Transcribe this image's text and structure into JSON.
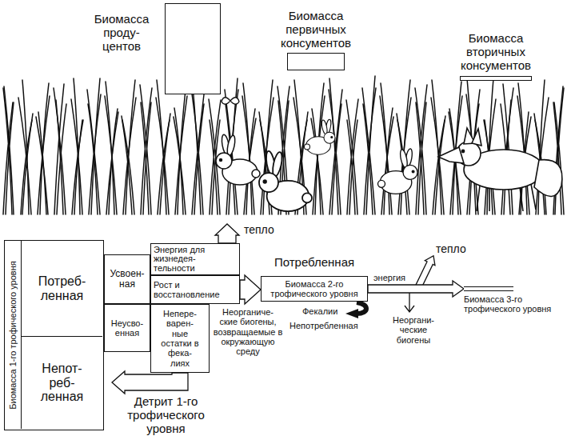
{
  "diagram": {
    "nodes": [
      {
        "text": [
          "Биомасса проду- центов"
        ]
      },
      {
        "text": [
          "Биомасса первичных консументов"
        ]
      },
      {
        "text": [
          "Биомасса вторичных консументов"
        ]
      },
      {
        "text": [
          "Биомасса 1-го трофического уровня"
        ]
      },
      {
        "text": [
          "Потреб- ленная"
        ],
        "in": 3
      },
      {
        "text": [
          "Непот- реб- ленная"
        ],
        "in": 3
      },
      {
        "text": [
          "Усвоен- ная"
        ]
      },
      {
        "text": [
          "Неусво- енная"
        ]
      },
      {
        "text": [
          "тепло"
        ]
      },
      {
        "text": [
          "Энергия для жизнедея- тельности"
        ]
      },
      {
        "text": [
          "Рост и восстановление"
        ]
      },
      {
        "text": [
          "Непере- варен- ные остатки в фека- лиях"
        ]
      },
      {
        "text": [
          "Детрит 1-го трофического уровня"
        ]
      },
      {
        "text": [
          "Потребленная",
          "Биомасса 2-го трофического уровня"
        ]
      },
      {
        "text": [
          "тепло"
        ]
      },
      {
        "text": [
          "Биомасса 3-го трофического уровня"
        ]
      }
    ],
    "edges": [
      {
        "from": 9,
        "to": 8,
        "arrow": "to"
      },
      {
        "from": 10,
        "to": 13,
        "arrow": "to"
      },
      {
        "from": 13,
        "to": 14,
        "arrow": "to"
      },
      {
        "from": 13,
        "to": 15,
        "label": "энергия",
        "arrow": "to"
      },
      {
        "from": 11,
        "to": 12,
        "arrow": "to"
      }
    ],
    "labels": [
      "Неорганиче- ские биогены, возвращаемые в окружающую среду",
      "Фекалии",
      "Непотребленная",
      "Неоргани- ческие биогены"
    ]
  }
}
